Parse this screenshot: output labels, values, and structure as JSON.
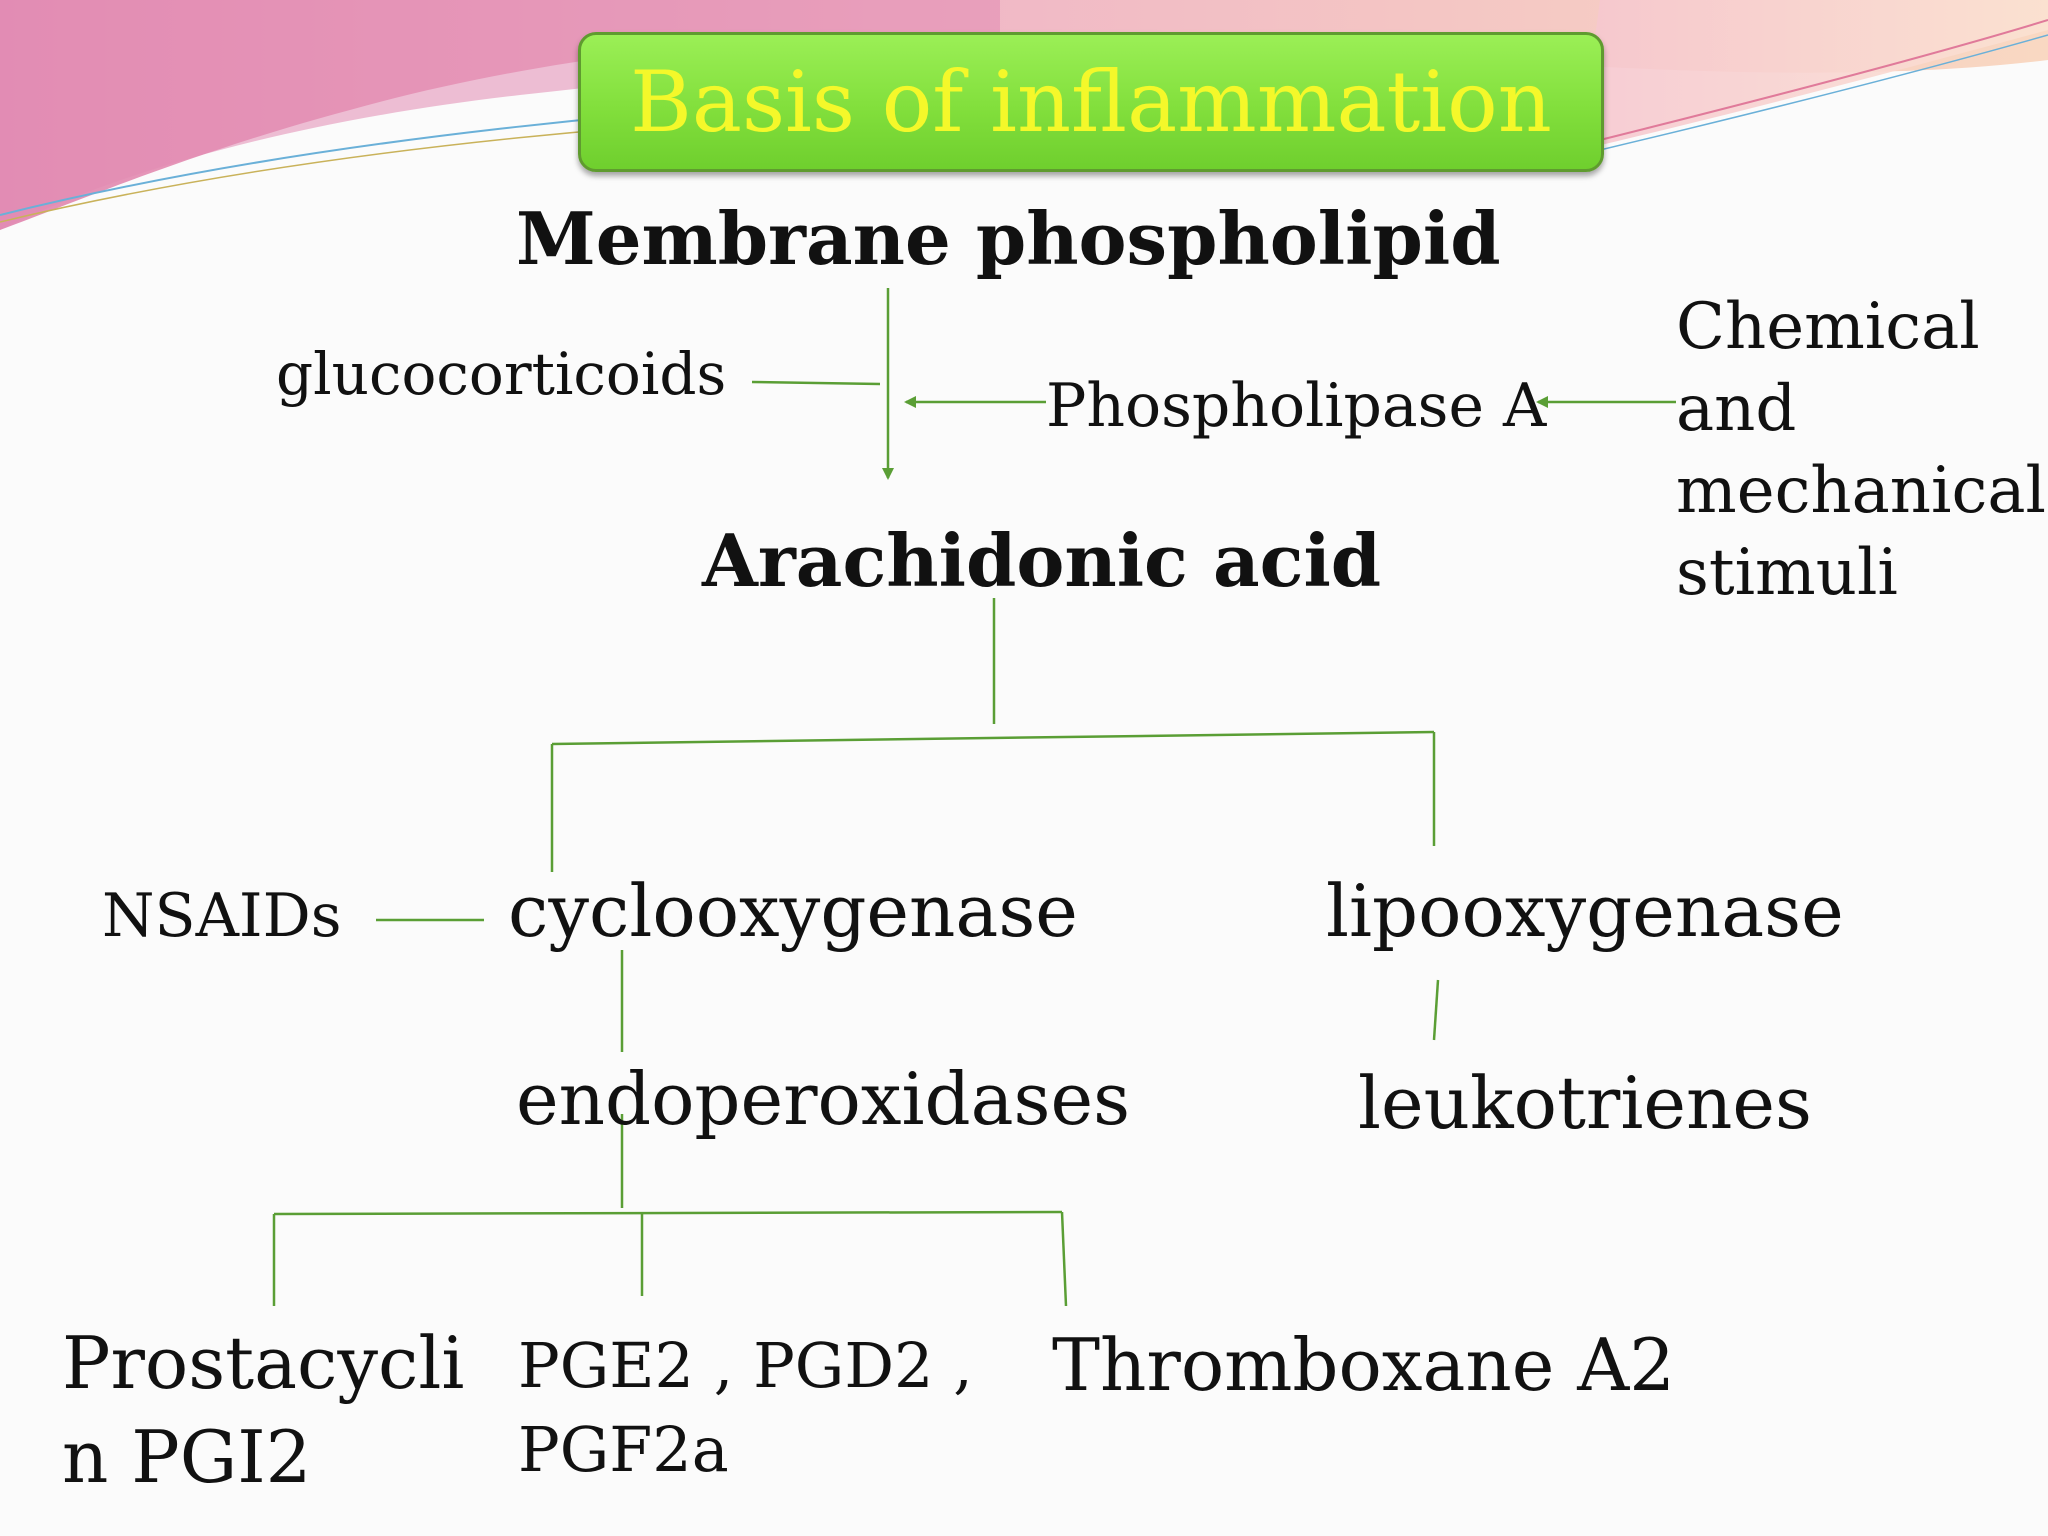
{
  "title": "Basis of inflammation",
  "colors": {
    "title_box": "#82df3c",
    "title_text": "#f4f82a",
    "connector": "#5a9e35",
    "header_wave_pink": "#e07aa6",
    "header_wave_peach": "#f7c9a8"
  },
  "nodes": {
    "membrane_phospholipid": "Membrane phospholipid",
    "glucocorticoids": "glucocorticoids",
    "phospholipase_a": "Phospholipase A",
    "stimuli": [
      "Chemical",
      "and",
      "mechanical",
      "stimuli"
    ],
    "arachidonic_acid": "Arachidonic acid",
    "nsaids": "NSAIDs",
    "cyclooxygenase": "cyclooxygenase",
    "lipooxygenase": "lipooxygenase",
    "endoperoxidases": "endoperoxidases",
    "leukotrienes": "leukotrienes",
    "prostacyclin": [
      "Prostacycli",
      "n PGI2"
    ],
    "pge_group": [
      "PGE2 , PGD2 ,",
      "PGF2a"
    ],
    "thromboxane": "Thromboxane A2"
  }
}
